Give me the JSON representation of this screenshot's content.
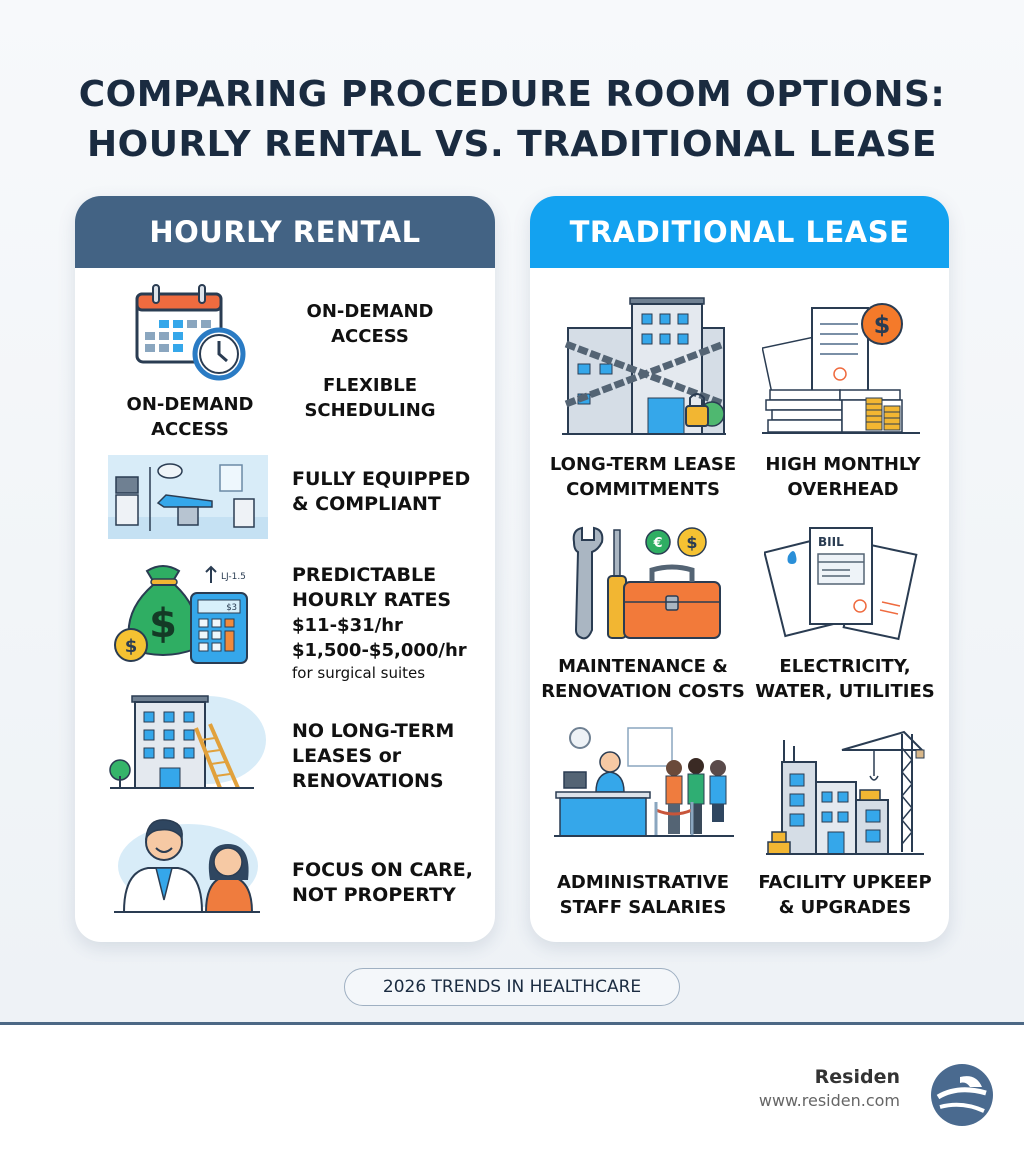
{
  "title": {
    "line1": "COMPARING PROCEDURE ROOM OPTIONS:",
    "line2": "HOURLY RENTAL VS. TRADITIONAL LEASE"
  },
  "hourly_rental": {
    "header": "HOURLY RENTAL",
    "header_color": "#436384",
    "features": [
      {
        "icon": "calendar-clock-icon",
        "icon_caption_1": "ON-DEMAND",
        "icon_caption_2": "ACCESS",
        "text_a_1": "ON-DEMAND",
        "text_a_2": "ACCESS",
        "text_b_1": "FLEXIBLE",
        "text_b_2": "SCHEDULING"
      },
      {
        "icon": "procedure-room-icon",
        "line1": "FULLY EQUIPPED",
        "line2": "& COMPLIANT"
      },
      {
        "icon": "money-bag-calculator-icon",
        "icon_label": "LJ-1.5",
        "calc_display": "$3",
        "line1": "PREDICTABLE",
        "line2": "HOURLY RATES",
        "rate1": "$11-$31/hr",
        "rate2": "$1,500-$5,000/hr",
        "note": "for surgical suites"
      },
      {
        "icon": "building-ladder-icon",
        "line1": "NO LONG-TERM",
        "line2": "LEASES or",
        "line3": "RENOVATIONS"
      },
      {
        "icon": "doctor-patient-icon",
        "line1": "FOCUS ON CARE,",
        "line2": "NOT PROPERTY"
      }
    ]
  },
  "traditional_lease": {
    "header": "TRADITIONAL LEASE",
    "header_color": "#13a2f0",
    "items": [
      {
        "icon": "chained-building-icon",
        "line1": "LONG-TERM LEASE",
        "line2": "COMMITMENTS"
      },
      {
        "icon": "paperwork-overhead-icon",
        "line1": "HIGH MONTHLY",
        "line2": "OVERHEAD"
      },
      {
        "icon": "tools-toolbox-icon",
        "line1": "MAINTENANCE &",
        "line2": "RENOVATION COSTS"
      },
      {
        "icon": "utility-bills-icon",
        "bill_label": "BIIL",
        "line1": "ELECTRICITY,",
        "line2": "WATER, UTILITIES"
      },
      {
        "icon": "reception-desk-staff-icon",
        "line1": "ADMINISTRATIVE",
        "line2": "STAFF SALARIES"
      },
      {
        "icon": "construction-crane-building-icon",
        "line1": "FACILITY UPKEEP",
        "line2": "& UPGRADES"
      }
    ]
  },
  "badge": "2026 TRENDS IN HEALTHCARE",
  "footer": {
    "brand": "Residen",
    "url": "www.residen.com",
    "logo_color": "#4a6a8f"
  }
}
